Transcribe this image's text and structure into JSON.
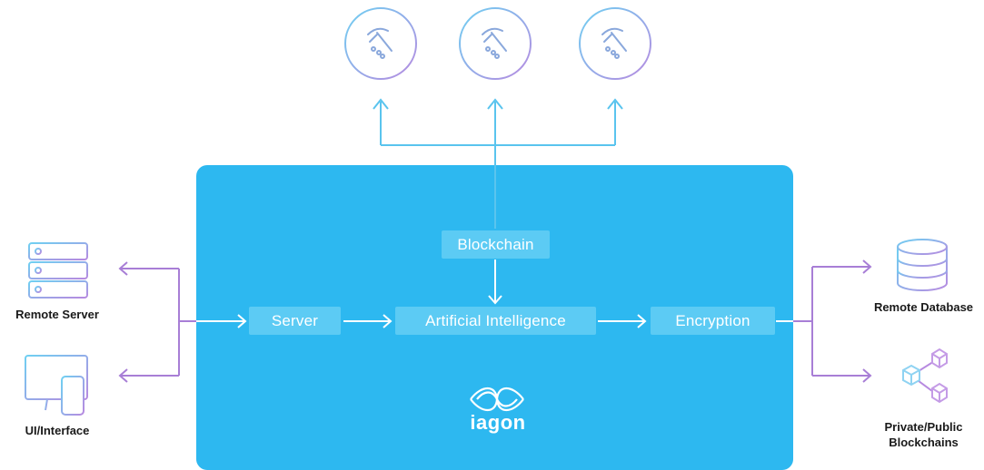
{
  "nodes": {
    "blockchain": "Blockchain",
    "server": "Server",
    "ai": "Artificial Intelligence",
    "encryption": "Encryption"
  },
  "left": {
    "remote_server": "Remote Server",
    "ui_interface": "UI/Interface"
  },
  "right": {
    "remote_database": "Remote Database",
    "blockchains_line1": "Private/Public",
    "blockchains_line2": "Blockchains"
  },
  "logo": "iagon",
  "icons": {
    "miner": "pickaxe-icon",
    "server": "server-rack-icon",
    "interface": "monitor-phone-icon",
    "database": "database-icon",
    "blockchain": "cubes-network-icon"
  },
  "colors": {
    "box": "#2db8f0",
    "node": "#5ccbf4",
    "arrow_white": "#ffffff",
    "arrow_blue": "#5ac4ee",
    "arrow_purple": "#a87ed6",
    "icon_stroke": "#8fa3d8"
  }
}
